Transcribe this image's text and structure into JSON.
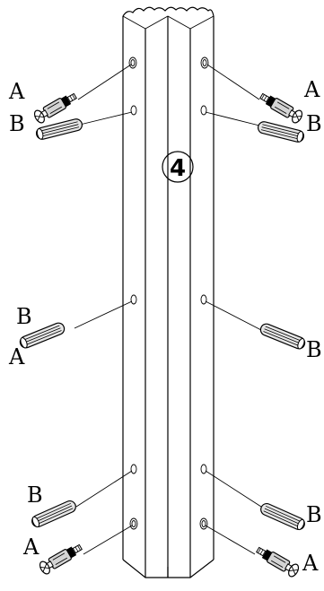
{
  "step_number": "4",
  "labels": {
    "A": "A",
    "B": "B"
  },
  "colors": {
    "ink": "#000000",
    "background": "#ffffff",
    "dowel_fill": "#e6e6e6",
    "cam_bolt_body": "#d4d4d4"
  },
  "icons": {
    "step_badge": "circled-number",
    "cam_bolt": "cam-bolt-fastener-icon",
    "dowel": "wooden-dowel-icon"
  }
}
